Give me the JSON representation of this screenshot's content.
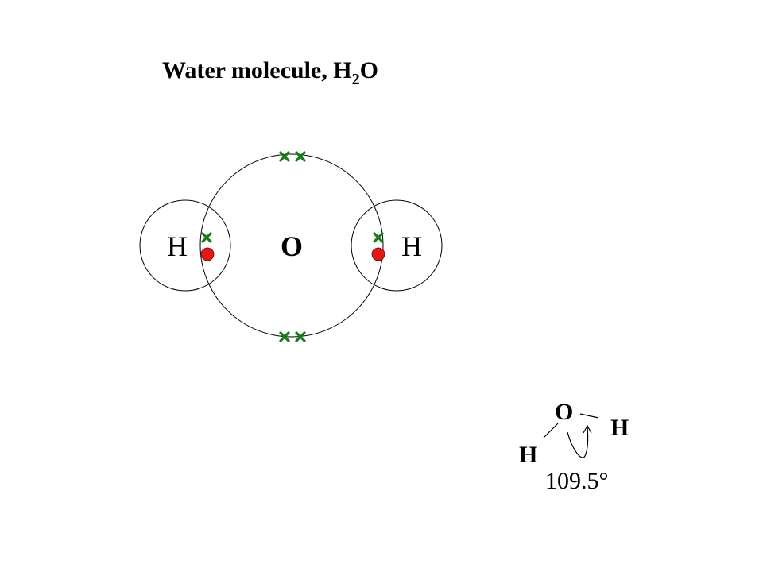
{
  "title": {
    "prefix": "Water molecule, H",
    "subscript": "2",
    "suffix": "O"
  },
  "dot_cross_diagram": {
    "left_atom": "H",
    "center_atom": "O",
    "right_atom": "H",
    "oxygen_electron_color": "#1a7a1a",
    "hydrogen_electron_color": "#e01818",
    "lone_pairs": 2,
    "shared_pairs": 2
  },
  "bond_angle_diagram": {
    "top_atom": "O",
    "right_atom": "H",
    "left_atom": "H",
    "angle": "109.5°"
  }
}
